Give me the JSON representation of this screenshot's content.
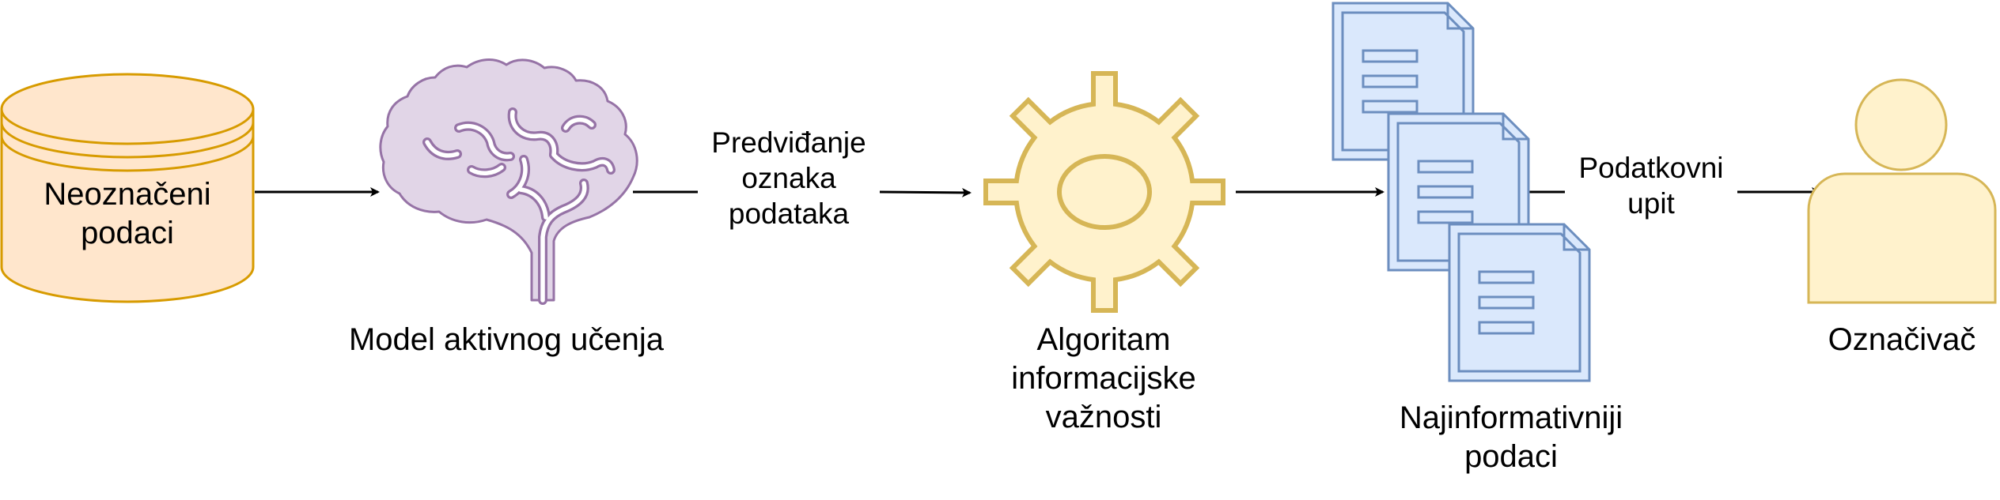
{
  "nodes": {
    "database": {
      "lines": [
        "Neoznačeni",
        "podaci"
      ],
      "fill": "#ffe6cc",
      "stroke": "#d79b00"
    },
    "model": {
      "lines": [
        "Model aktivnog učenja"
      ],
      "fill": "#e1d5e7",
      "stroke": "#9673a6"
    },
    "algorithm": {
      "lines": [
        "Algoritam",
        "informacijske",
        "važnosti"
      ],
      "fill": "#fff2cc",
      "stroke": "#d6b656"
    },
    "documents": {
      "lines": [
        "Najinformativniji",
        "podaci"
      ],
      "fill": "#dae8fc",
      "stroke": "#6c8ebf"
    },
    "annotator": {
      "lines": [
        "Označivač"
      ],
      "fill": "#fff2cc",
      "stroke": "#d6b656"
    }
  },
  "edges": {
    "predictions": {
      "lines": [
        "Predviđanje",
        "oznaka",
        "podataka"
      ]
    },
    "query": {
      "lines": [
        "Podatkovni",
        "upit"
      ]
    }
  }
}
